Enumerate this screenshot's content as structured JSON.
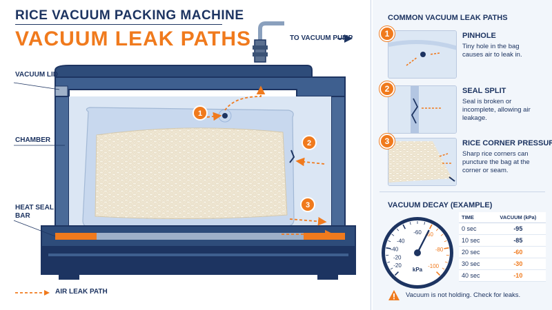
{
  "header": {
    "title_top": "RICE VACUUM PACKING MACHINE",
    "title_main": "VACUUM LEAK PATHS"
  },
  "diagram": {
    "labels": {
      "vacuum_pump": "TO VACUUM PUMP",
      "vacuum_lid": "VACUUM LID",
      "chamber": "CHAMBER",
      "heat_seal_bar": "HEAT SEAL BAR"
    },
    "markers": [
      "1",
      "2",
      "3"
    ],
    "legend": "AIR LEAK PATH"
  },
  "leak_panel": {
    "title": "COMMON VACUUM LEAK PATHS",
    "items": [
      {
        "number": "1",
        "name": "PINHOLE",
        "description": "Tiny hole in the bag causes air to leak in."
      },
      {
        "number": "2",
        "name": "SEAL SPLIT",
        "description": "Seal is broken or incomplete, allowing air leakage."
      },
      {
        "number": "3",
        "name": "RICE CORNER PRESSURE",
        "description": "Sharp rice corners can puncture the bag at the corner or seam."
      }
    ]
  },
  "decay": {
    "title": "VACUUM DECAY (EXAMPLE)",
    "gauge": {
      "unit": "kPa",
      "ticks": [
        "-20",
        "-40",
        "-60",
        "-80",
        "-100"
      ],
      "inner_ticks": [
        "-20",
        "-40",
        "-60"
      ],
      "needle_value": -60,
      "min": 0,
      "max": -100
    },
    "table": {
      "headers": [
        "TIME",
        "VACUUM (kPa)"
      ],
      "rows": [
        {
          "time": "0 sec",
          "value": "-95",
          "bad": false
        },
        {
          "time": "10 sec",
          "value": "-85",
          "bad": false
        },
        {
          "time": "20 sec",
          "value": "-60",
          "bad": true
        },
        {
          "time": "30 sec",
          "value": "-30",
          "bad": true
        },
        {
          "time": "40 sec",
          "value": "-10",
          "bad": true
        }
      ]
    },
    "warning": "Vacuum is not holding. Check for leaks."
  },
  "colors": {
    "navy": "#1d3461",
    "orange": "#f07a1d",
    "chamber_fill": "#dbe6f4",
    "steel": "#3e5f8f"
  }
}
